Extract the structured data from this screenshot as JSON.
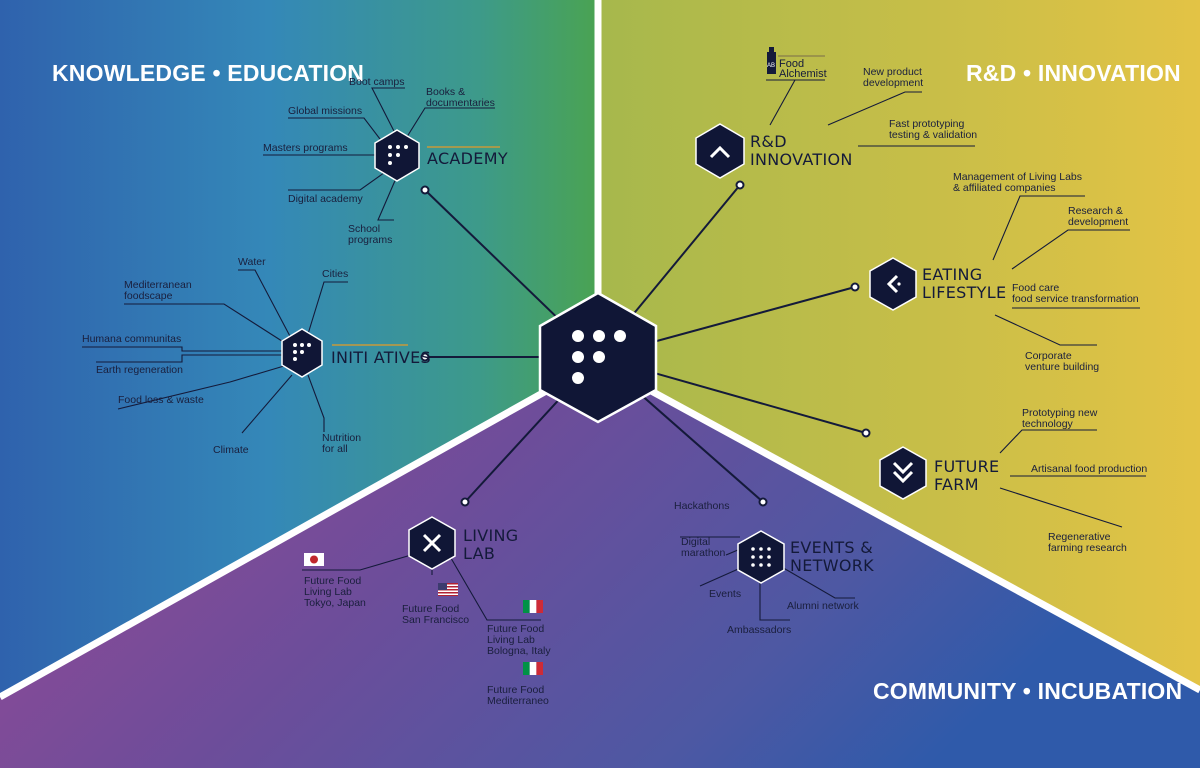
{
  "regions": {
    "knowledge": "KNOWLEDGE • EDUCATION",
    "rd": "R&D • INNOVATION",
    "community": "COMMUNITY • INCUBATION"
  },
  "colors": {
    "hexagon": "#101636",
    "line": "#141a3a",
    "blue": "#2f62ad",
    "green": "#4aa352",
    "yellow": "#e0c244",
    "purple": "#7e4a9a"
  },
  "hubs": {
    "academy": "ACADEMY",
    "rd_innovation": "R&D\nINNOVATION",
    "eating_lifestyle": "EATING\nLIFESTYLE",
    "future_farm": "FUTURE\nFARM",
    "initiatives": "INITI ATIVES",
    "living_lab": "LIVING\nLAB",
    "events_network": "EVENTS &\nNETWORK"
  },
  "icons": {
    "center": "logo-dots-icon",
    "academy": "dots-icon",
    "rd_innovation": "chevron-up-icon",
    "eating_lifestyle": "chevron-left-icon",
    "future_farm": "double-chevron-down-icon",
    "initiatives": "dots-icon",
    "living_lab": "cross-arrows-icon",
    "events_network": "dot-grid-icon"
  },
  "academy_items": {
    "boot_camps": "Boot camps",
    "books": "Books &\ndocumentaries",
    "global_missions": "Global missions",
    "masters": "Masters programs",
    "digital_academy": "Digital academy",
    "school": "School\nprograms"
  },
  "initiatives_items": {
    "water": "Water",
    "cities": "Cities",
    "mediterranean": "Mediterranean\nfoodscape",
    "humana": "Humana communitas",
    "earth": "Earth regeneration",
    "food_loss": "Food loss & waste",
    "climate": "Climate",
    "nutrition": "Nutrition\nfor all"
  },
  "rd_items": {
    "food_alchemist": "Food\nAlchemist",
    "food_alchemist_badge": "AB",
    "new_product": "New product\ndevelopment",
    "fast_proto": "Fast prototyping\ntesting & validation"
  },
  "eating_items": {
    "living_labs_mgmt": "Management of Living Labs\n& affiliated companies",
    "research": "Research &\ndevelopment",
    "food_care": "Food care\nfood service transformation",
    "corporate": "Corporate\nventure building"
  },
  "farm_items": {
    "proto_tech": "Prototyping new\ntechnology",
    "artisanal": "Artisanal food production",
    "regenerative": "Regenerative\nfarming research"
  },
  "lab_items": {
    "tokyo": "Future Food\nLiving Lab\nTokyo, Japan",
    "sf": "Future Food\nSan Francisco",
    "bologna": "Future Food\nLiving Lab\nBologna, Italy",
    "mediterraneo": "Future Food\nMediterraneo"
  },
  "events_items": {
    "hackathons": "Hackathons",
    "digital_marathon": "Digital\nmarathon",
    "events": "Events",
    "alumni": "Alumni network",
    "ambassadors": "Ambassadors"
  }
}
